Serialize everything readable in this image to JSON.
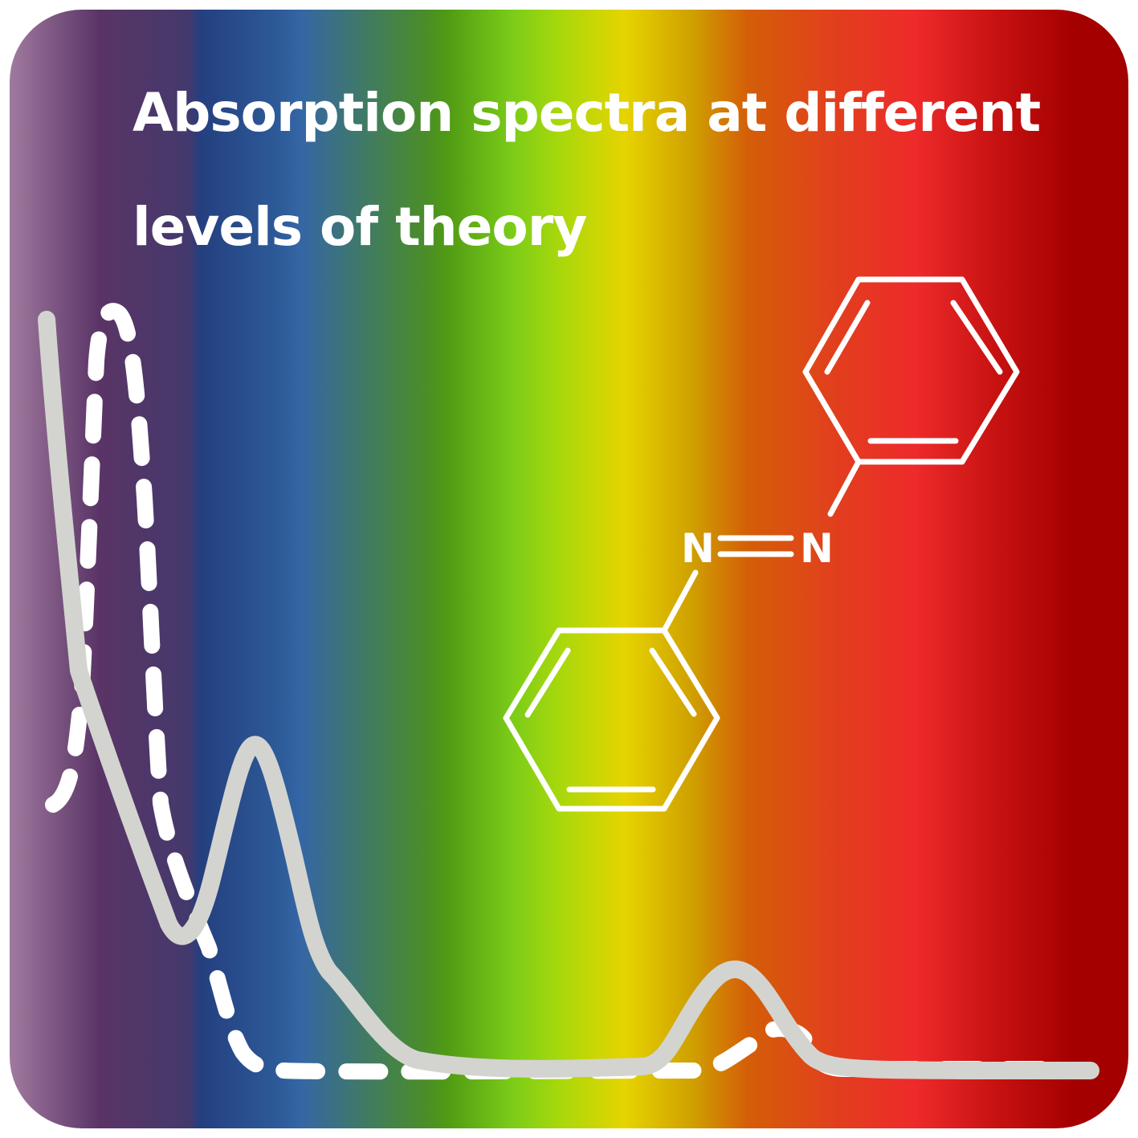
{
  "title": {
    "line1": "Absorption spectra at different",
    "line2": "levels of theory"
  },
  "molecule": {
    "atom_left": "N",
    "atom_right": "N",
    "name": "azobenzene"
  },
  "colors": {
    "curve_solid": "#d3d4cf",
    "curve_dashed": "#ffffff",
    "text": "#ffffff",
    "spectrum": [
      "#9e789b",
      "#5a3466",
      "#234b88",
      "#3566a5",
      "#4f9a1a",
      "#7fd217",
      "#e7d500",
      "#d56a05",
      "#ee2a2a",
      "#a30000"
    ]
  }
}
